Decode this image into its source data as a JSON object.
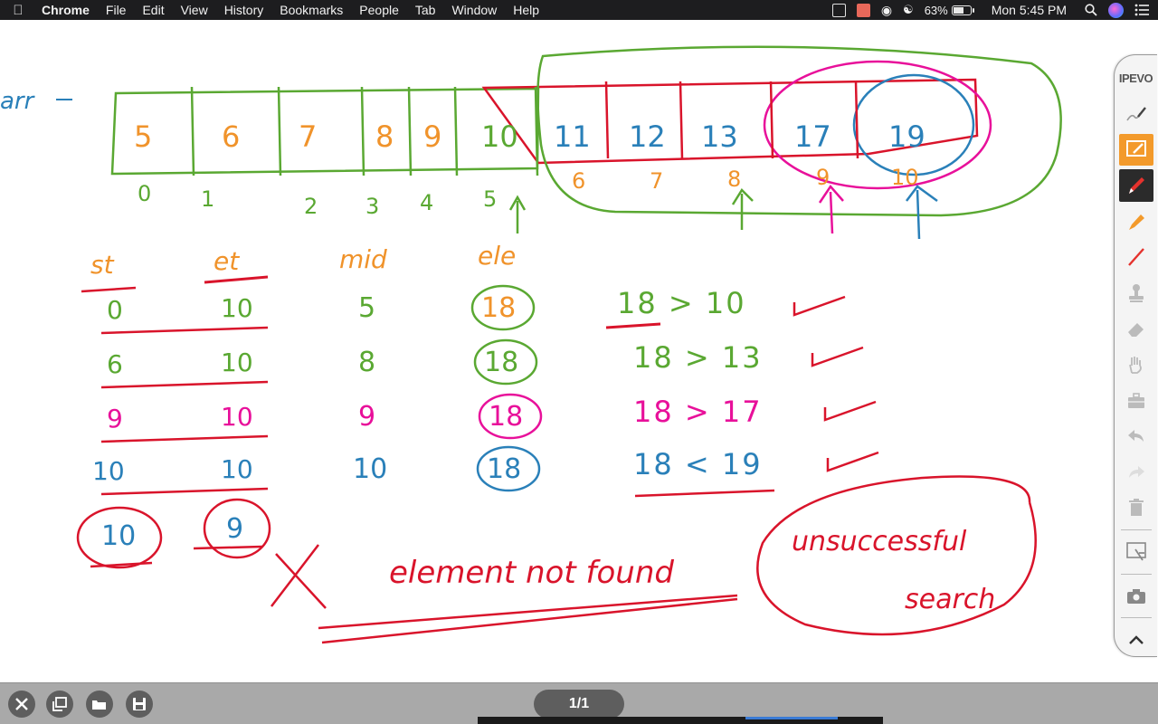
{
  "menubar": {
    "app_name": "Chrome",
    "menus": [
      "File",
      "Edit",
      "View",
      "History",
      "Bookmarks",
      "People",
      "Tab",
      "Window",
      "Help"
    ],
    "battery_percent": "63%",
    "battery_level": 0.63,
    "clock": "Mon 5:45 PM"
  },
  "toolbar": {
    "brand": "IPEVO",
    "tools": [
      "pen-style-icon",
      "whiteboard-mode-icon",
      "pen-icon",
      "highlighter-icon",
      "line-icon",
      "stamp-icon",
      "eraser-icon",
      "hand-icon",
      "toolbox-icon",
      "undo-icon",
      "redo-icon",
      "trash-icon",
      "capture-icon",
      "camera-icon",
      "collapse-icon"
    ],
    "colors": {
      "active_orange": "#f39a2b",
      "active_dark": "#2b2b2b"
    }
  },
  "bottombar": {
    "page_indicator": "1/1",
    "buttons": [
      "close-icon",
      "new-page-icon",
      "open-folder-icon",
      "save-icon"
    ]
  },
  "whiteboard": {
    "colors": {
      "green": "#5aa832",
      "orange": "#f0932b",
      "red": "#d9142b",
      "blue": "#2a80b9",
      "magenta": "#e8109a"
    },
    "array_label": "arr",
    "array_values": [
      "5",
      "6",
      "7",
      "8",
      "9",
      "10",
      "11",
      "12",
      "13",
      "17",
      "19"
    ],
    "array_indices": [
      "0",
      "1",
      "2",
      "3",
      "4",
      "5",
      "6",
      "7",
      "8",
      "9",
      "10"
    ],
    "headers": {
      "st": "st",
      "et": "et",
      "mid": "mid",
      "ele": "ele"
    },
    "rows": [
      {
        "st": "0",
        "et": "10",
        "mid": "5",
        "ele": "18",
        "compare": "18 > 10"
      },
      {
        "st": "6",
        "et": "10",
        "mid": "8",
        "ele": "18",
        "compare": "18 > 13"
      },
      {
        "st": "9",
        "et": "10",
        "mid": "9",
        "ele": "18",
        "compare": "18 > 17"
      },
      {
        "st": "10",
        "et": "10",
        "mid": "10",
        "ele": "18",
        "compare": "18 < 19"
      }
    ],
    "final": {
      "st": "10",
      "et": "9"
    },
    "not_found_text": "element not found",
    "unsuccessful_text": "unsuccessful",
    "search_text": "search"
  }
}
